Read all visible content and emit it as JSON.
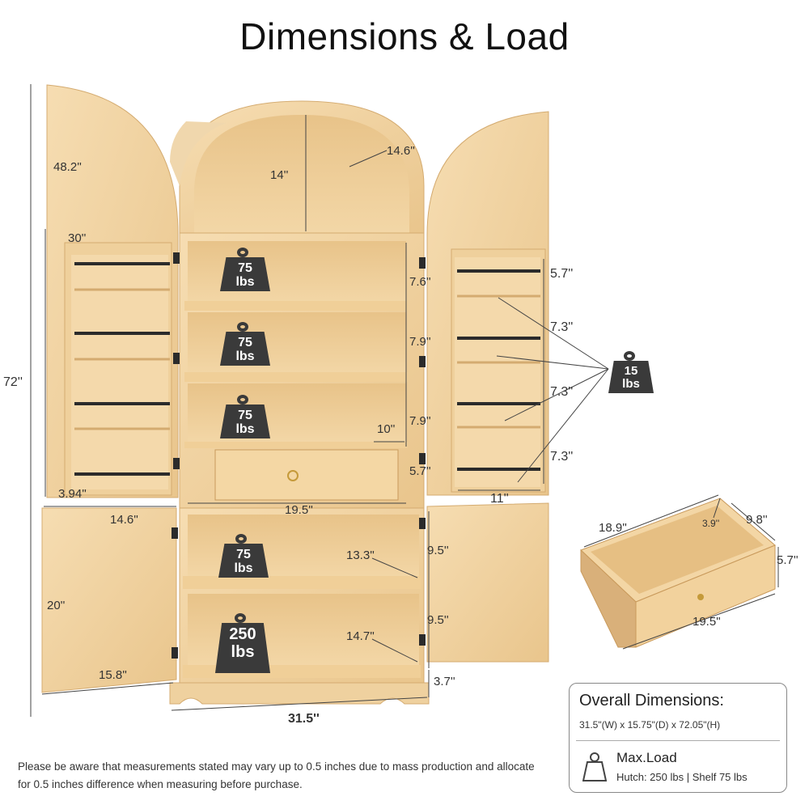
{
  "title": "Dimensions & Load",
  "dims": {
    "height_total": "72''",
    "door_arch_height": "48.2''",
    "arch_inner_height": "14''",
    "arch_depth": "14.6''",
    "door_upper_top": "30''",
    "door_shelf_depth": "3.94''",
    "door_upper_width": "14.6''",
    "door_lower_height": "20''",
    "door_lower_width": "15.8''",
    "shelf_gap_1": "7.6''",
    "shelf_gap_2": "7.9''",
    "shelf_gap_3": "7.9''",
    "drawer_gap": "5.7''",
    "inner_depth": "10''",
    "inner_width": "19.5''",
    "lower_depth_1": "13.3''",
    "lower_depth_2": "14.7''",
    "lower_gap_1": "9.5''",
    "lower_gap_2": "9.5''",
    "base_height": "3.7''",
    "overall_width": "31.5''",
    "right_top": "5.7''",
    "right_gap_1": "7.3''",
    "right_gap_2": "7.3''",
    "right_gap_3": "7.3''",
    "right_width": "11''",
    "drawer_length": "18.9''",
    "drawer_inner": "3.9''",
    "drawer_depth": "9.8''",
    "drawer_height": "5.7''",
    "drawer_width": "19.5\""
  },
  "weights": {
    "shelf_1": {
      "num": "75",
      "unit": "lbs"
    },
    "shelf_2": {
      "num": "75",
      "unit": "lbs"
    },
    "shelf_3": {
      "num": "75",
      "unit": "lbs"
    },
    "shelf_4": {
      "num": "75",
      "unit": "lbs"
    },
    "hutch": {
      "num": "250",
      "unit": "lbs"
    },
    "door": {
      "num": "15",
      "unit": "lbs"
    }
  },
  "info": {
    "heading": "Overall Dimensions:",
    "spec": "31.5\"(W) x 15.75\"(D) x 72.05\"(H)",
    "max_load_label": "Max.Load",
    "max_load_value": "Hutch: 250 lbs | Shelf 75 lbs"
  },
  "disclaimer": "Please be aware that measurements stated may vary up to 0.5 inches due to mass production and allocate for 0.5 inches difference when measuring before purchase.",
  "colors": {
    "wood": "#f1d3a2",
    "wood_dark": "#d9b27a",
    "wood_shadow": "#c99a5c",
    "hardware": "#2b2b2b",
    "weight": "#3a3a3a"
  }
}
